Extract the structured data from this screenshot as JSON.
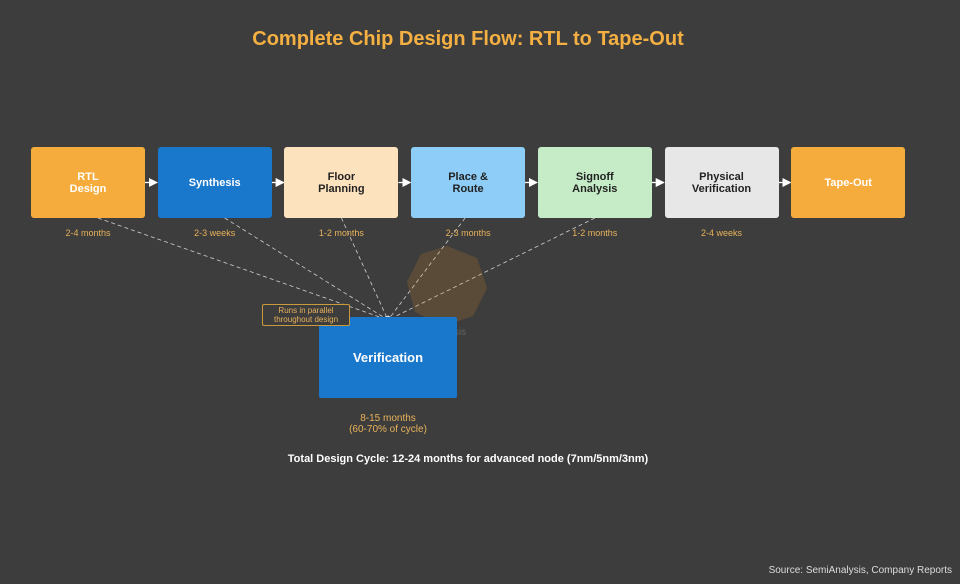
{
  "title": "Complete Chip Design Flow: RTL to Tape-Out",
  "stages": [
    {
      "label": "RTL\nDesign",
      "duration": "2-4 months",
      "color": "#f6ac3c",
      "text_color": "#ffffff"
    },
    {
      "label": "Synthesis",
      "duration": "2-3 weeks",
      "color": "#1a78cc",
      "text_color": "#ffffff"
    },
    {
      "label": "Floor\nPlanning",
      "duration": "1-2 months",
      "color": "#fde2be",
      "text_color": "#222222"
    },
    {
      "label": "Place &\nRoute",
      "duration": "2-3 months",
      "color": "#8ecdf7",
      "text_color": "#222222"
    },
    {
      "label": "Signoff\nAnalysis",
      "duration": "1-2 months",
      "color": "#c5ecc7",
      "text_color": "#222222"
    },
    {
      "label": "Physical\nVerification",
      "duration": "2-4 weeks",
      "color": "#e7e7e7",
      "text_color": "#222222"
    },
    {
      "label": "Tape-Out",
      "duration": "",
      "color": "#f6ac3c",
      "text_color": "#ffffff"
    }
  ],
  "verification": {
    "label": "Verification",
    "duration": "8-15 months\n(60-70% of cycle)",
    "note": "Runs in parallel\nthroughout design"
  },
  "total_cycle": "Total Design Cycle: 12-24 months for advanced node (7nm/5nm/3nm)",
  "watermark": "analysis",
  "source": "Source: SemiAnalysis, Company Reports"
}
